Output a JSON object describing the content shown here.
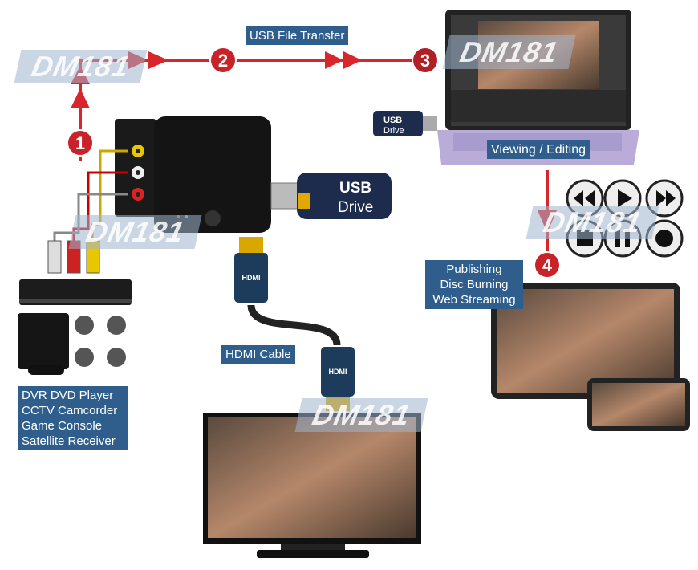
{
  "watermark": "DM181",
  "steps": [
    "1",
    "2",
    "3",
    "4"
  ],
  "labels": {
    "usb_transfer": "USB File Transfer",
    "viewing": "Viewing / Editing",
    "hdmi": "HDMI Cable",
    "outputs": [
      "Publishing",
      "Disc Burning",
      "Web Streaming"
    ],
    "sources": [
      "DVR DVD Player",
      "CCTV Camcorder",
      "Game Console",
      "Satellite Receiver"
    ]
  },
  "usb_drive": {
    "line1": "USB",
    "line2": "Drive"
  },
  "hdmi_plug": "HDMI",
  "media_controls": [
    "rewind",
    "play",
    "fast-forward",
    "stop",
    "pause",
    "record"
  ],
  "colors": {
    "arrow": "#d8262b",
    "label_bg": "#2f5e8c",
    "laptop": "#b9acd9"
  }
}
